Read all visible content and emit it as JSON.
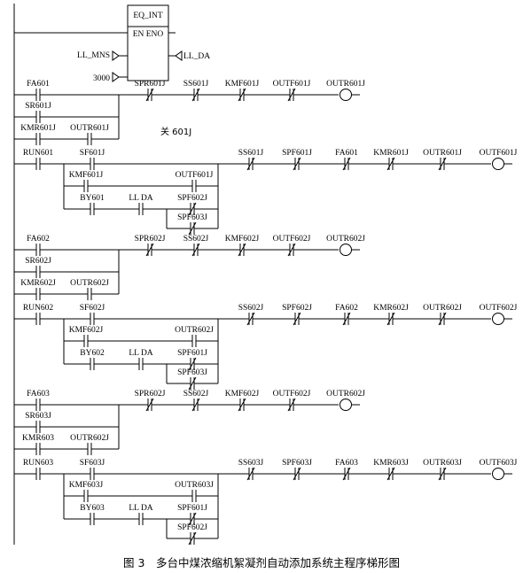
{
  "block": {
    "name": "EQ_INT",
    "en_eno": "EN ENO",
    "in1": "LL_MNS",
    "in2": "3000",
    "out": "LL_DA"
  },
  "note": "关 601J",
  "caption": "图 3　多台中煤浓缩机絮凝剂自动添加系统主程序梯形图",
  "groups": [
    {
      "contacts_a": [
        "FA601",
        "SR601J",
        "KMR601J",
        "OUTR601J"
      ],
      "series_a": [
        "SPR601J",
        "SS601J",
        "KMF601J",
        "OUTF601J"
      ],
      "coil_a": "OUTR601J",
      "contacts_b": [
        "RUN601",
        "SF601J",
        "KMF601J",
        "OUTF601J",
        "BY601",
        "LL DA",
        "SPF602J",
        "SPF603J"
      ],
      "series_b": [
        "SS601J",
        "SPF601J",
        "FA601",
        "KMR601J",
        "OUTR601J"
      ],
      "coil_b": "OUTF601J"
    },
    {
      "contacts_a": [
        "FA602",
        "SR602J",
        "KMR602J",
        "OUTR602J"
      ],
      "series_a": [
        "SPR602J",
        "SS602J",
        "KMF602J",
        "OUTF602J"
      ],
      "coil_a": "OUTR602J",
      "contacts_b": [
        "RUN602",
        "SF602J",
        "KMF602J",
        "OUTR602J",
        "BY602",
        "LL DA",
        "SPF601J",
        "SPF603J"
      ],
      "series_b": [
        "SS602J",
        "SPF602J",
        "FA602",
        "KMR602J",
        "OUTR602J"
      ],
      "coil_b": "OUTF602J"
    },
    {
      "contacts_a": [
        "FA603",
        "SR603J",
        "KMR603",
        "OUTR602J"
      ],
      "series_a": [
        "SPR602J",
        "SS602J",
        "KMF602J",
        "OUTF602J"
      ],
      "coil_a": "OUTR602J",
      "contacts_b": [
        "RUN603",
        "SF603J",
        "KMF603J",
        "OUTR603J",
        "BY603",
        "LL DA",
        "SPF601J",
        "SPF602J"
      ],
      "series_b": [
        "SS603J",
        "SPF603J",
        "FA603",
        "KMR603J",
        "OUTR603J"
      ],
      "coil_b": "OUTF603J"
    }
  ]
}
